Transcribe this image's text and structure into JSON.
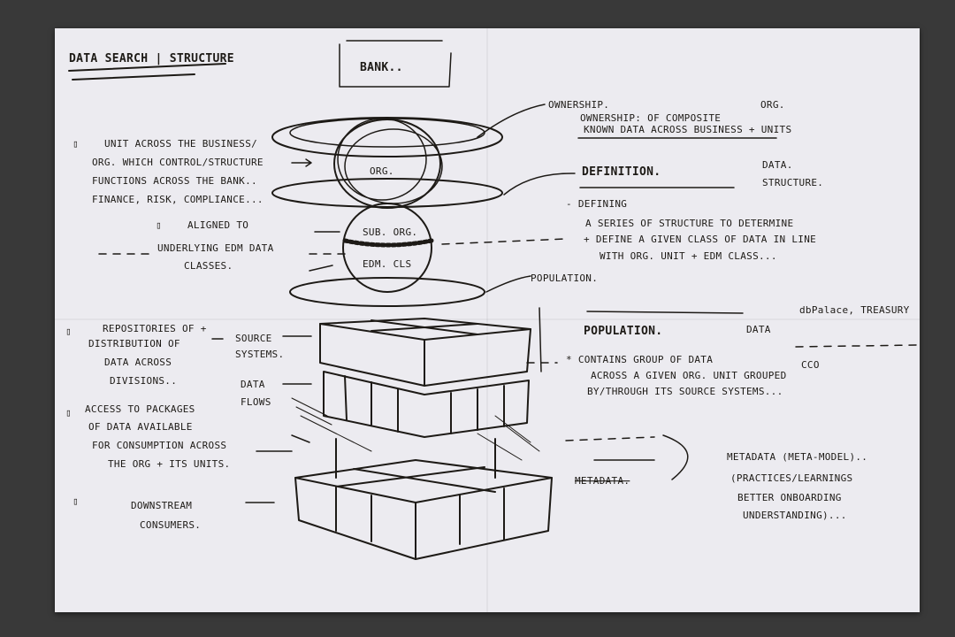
{
  "title": "DATA SEARCH | STRUCTURE",
  "bank_label": "BANK..",
  "sphere": {
    "org": "ORG.",
    "sub_org": "SUB. ORG.",
    "edm_cls": "EDM. CLS"
  },
  "left_notes": {
    "org_unit": [
      "UNIT ACROSS THE BUSINESS/",
      "ORG. WHICH CONTROL/STRUCTURE",
      "FUNCTIONS ACROSS THE BANK..",
      "FINANCE, RISK, COMPLIANCE..."
    ],
    "aligned": [
      "ALIGNED TO",
      "UNDERLYING EDM DATA",
      "CLASSES."
    ],
    "repositories": [
      "REPOSITORIES OF +",
      "DISTRIBUTION OF",
      "DATA ACROSS",
      "DIVISIONS.."
    ],
    "access": [
      "ACCESS TO PACKAGES",
      "OF DATA AVAILABLE",
      "FOR CONSUMPTION ACROSS",
      "THE ORG + ITS UNITS."
    ],
    "downstream": [
      "DOWNSTREAM",
      "CONSUMERS."
    ]
  },
  "stack_labels": {
    "source_systems": [
      "SOURCE",
      "SYSTEMS."
    ],
    "data_flows": [
      "DATA",
      "FLOWS"
    ]
  },
  "right_notes": {
    "ownership": {
      "heading": "OWNERSHIP.",
      "tag": "ORG.",
      "lines": [
        "OWNERSHIP: OF COMPOSITE",
        "KNOWN DATA ACROSS BUSINESS + UNITS"
      ]
    },
    "definition": {
      "heading": "DEFINITION.",
      "tag": [
        "DATA.",
        "STRUCTURE."
      ],
      "lines": [
        "- DEFINING",
        "A SERIES OF STRUCTURE TO DETERMINE",
        "+ DEFINE A GIVEN CLASS OF DATA IN LINE",
        "WITH ORG. UNIT + EDM CLASS..."
      ]
    },
    "population_pointer": "POPULATION.",
    "population": {
      "heading": "POPULATION.",
      "tag": "DATA",
      "examples": "dbPalace, TREASURY",
      "lines": [
        "* CONTAINS GROUP OF DATA",
        "ACROSS A GIVEN ORG. UNIT GROUPED",
        "BY/THROUGH ITS SOURCE SYSTEMS..."
      ],
      "side": "CCO"
    },
    "metadata": {
      "struck": "METADATA.",
      "lines": [
        "METADATA (META-MODEL)..",
        "(PRACTICES/LEARNINGS",
        "BETTER ONBOARDING",
        "UNDERSTANDING)..."
      ]
    }
  }
}
